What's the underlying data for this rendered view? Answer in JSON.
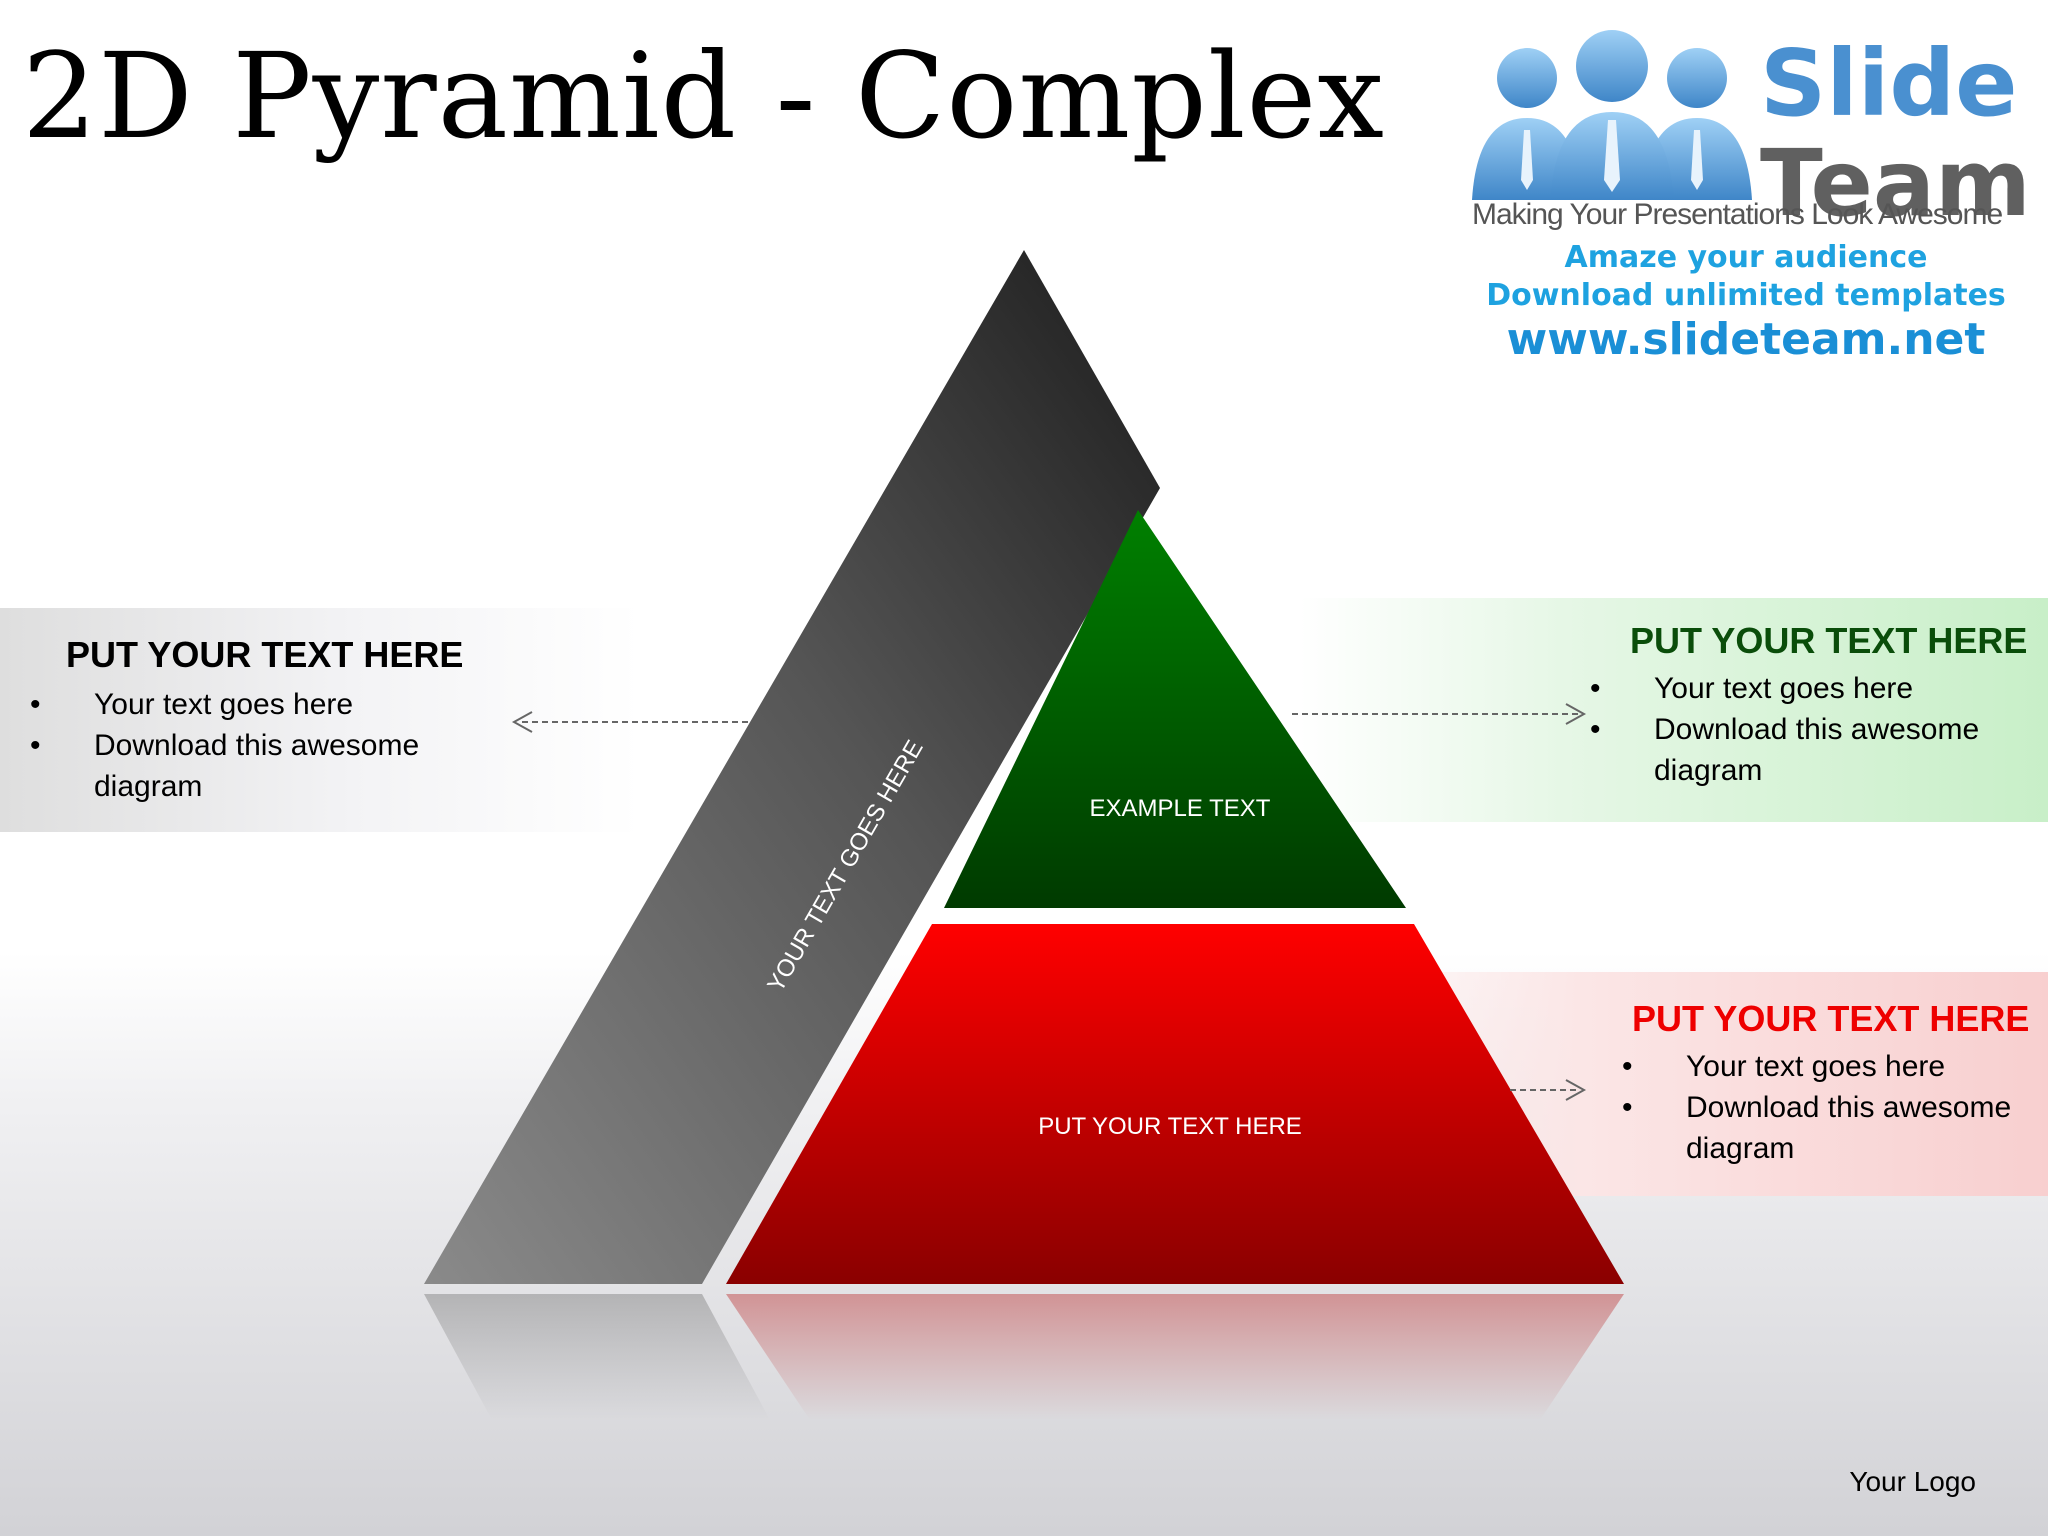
{
  "title": "2D Pyramid - Complex",
  "logo": {
    "word_1": "Slide",
    "word_2": "Team",
    "tagline": "Making Your Presentations Look Awesome",
    "promo_1": "Amaze your audience",
    "promo_2": "Download unlimited templates",
    "promo_3": "www.slideteam.net"
  },
  "pyramid": {
    "side_label": "YOUR TEXT GOES HERE",
    "top_label": "EXAMPLE TEXT",
    "bottom_label": "PUT YOUR TEXT HERE",
    "colors": {
      "side": "#4a4a4a",
      "top": "#006400",
      "bottom": "#e00000"
    }
  },
  "callouts": {
    "left": {
      "heading": "PUT YOUR TEXT HERE",
      "bullets": [
        "Your text goes here",
        "Download this awesome diagram"
      ]
    },
    "right_green": {
      "heading": "PUT YOUR TEXT HERE",
      "bullets": [
        "Your text goes here",
        "Download this awesome diagram"
      ]
    },
    "right_red": {
      "heading": "PUT YOUR TEXT HERE",
      "bullets": [
        "Your text goes here",
        "Download this awesome diagram"
      ]
    }
  },
  "footer": {
    "logo_placeholder": "Your Logo"
  }
}
